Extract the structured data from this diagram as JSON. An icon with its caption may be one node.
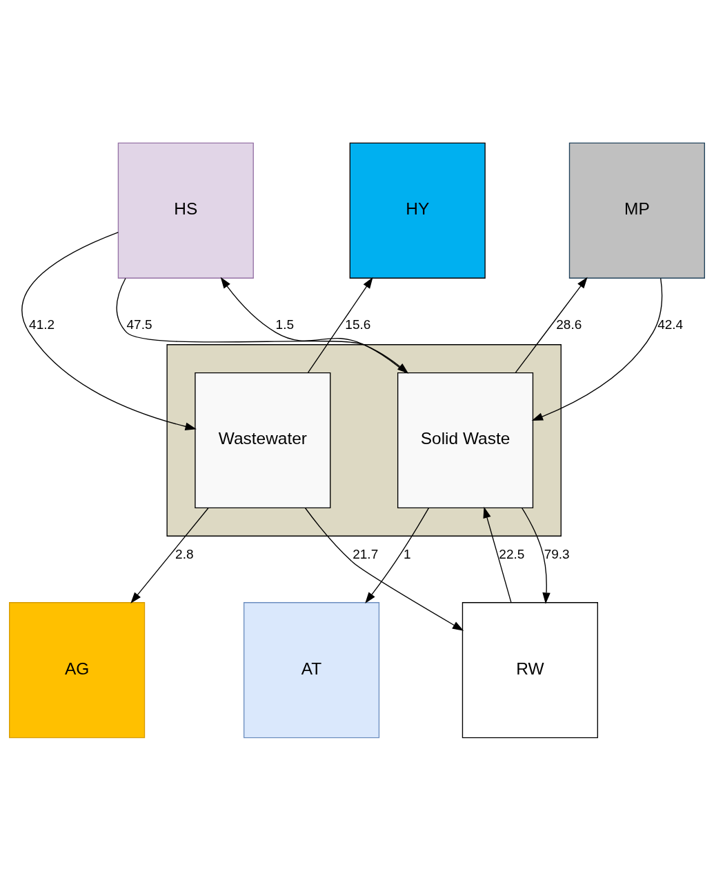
{
  "diagram": {
    "nodes": [
      {
        "text": [
          "MP"
        ]
      },
      {
        "text": [
          "HS"
        ]
      },
      {
        "text": [
          "HY"
        ]
      },
      {
        "text": [],
        "shape": "box"
      },
      {
        "text": [
          "Solid Waste"
        ],
        "in": 3
      },
      {
        "text": [
          "Wastewater"
        ],
        "in": 3
      },
      {
        "text": [
          "AT"
        ]
      },
      {
        "text": [
          "RW"
        ]
      },
      {
        "text": [
          "AG"
        ]
      }
    ],
    "edges": [
      {
        "from": 4,
        "to": 0,
        "arrow": "to",
        "label": "28.6"
      },
      {
        "from": 0,
        "to": 4,
        "arrow": "to",
        "label": "42.4"
      },
      {
        "from": 1,
        "to": 4,
        "arrow": "to",
        "label": "47.5"
      },
      {
        "from": 4,
        "to": 1,
        "arrow": "to",
        "label": "1.5"
      },
      {
        "from": 1,
        "to": 5,
        "arrow": "to",
        "label": "41.2"
      },
      {
        "from": 5,
        "to": 2,
        "arrow": "to",
        "label": "15.6"
      },
      {
        "from": 4,
        "to": 6,
        "arrow": "to",
        "label": "1"
      },
      {
        "from": 7,
        "to": 4,
        "arrow": "to",
        "label": "22.5"
      },
      {
        "from": 4,
        "to": 7,
        "arrow": "to",
        "label": "79.3"
      },
      {
        "from": 5,
        "to": 7,
        "arrow": "to",
        "label": "21.7"
      },
      {
        "from": 5,
        "to": 8,
        "arrow": "to",
        "label": "2.8"
      }
    ]
  }
}
